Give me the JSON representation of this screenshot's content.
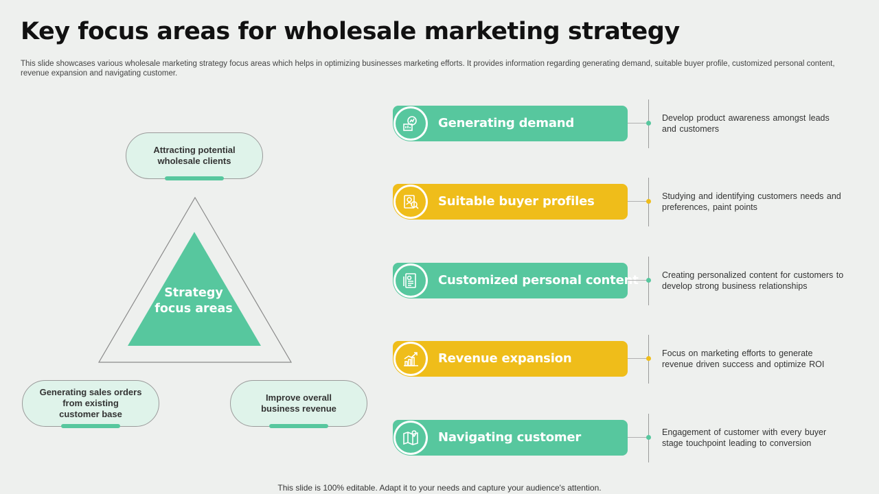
{
  "title": "Key focus areas for wholesale marketing strategy",
  "subtitle": "This slide showcases various wholesale marketing strategy focus areas which helps in optimizing businesses marketing efforts. It provides information regarding generating demand, suitable buyer profile, customized personal content, revenue expansion and navigating customer.",
  "triangle": {
    "center_line1": "Strategy",
    "center_line2": "focus areas",
    "fill_color": "#57c79e"
  },
  "pills": {
    "top": {
      "line1": "Attracting  potential",
      "line2": "wholesale clients"
    },
    "left": {
      "line1": "Generating sales orders",
      "line2": "from existing",
      "line3": "customer base"
    },
    "right": {
      "line1": "Improve overall",
      "line2": "business  revenue"
    }
  },
  "focus_areas": [
    {
      "label": "Generating demand",
      "color": "#57c79e",
      "icon": "sales-chart-icon",
      "desc_line1": "Develop  product  awareness  amongst leads",
      "desc_line2": "and customers"
    },
    {
      "label": "Suitable buyer profiles",
      "color": "#efbd1a",
      "icon": "profile-search-icon",
      "desc_line1": "Studying and identifying customers needs and",
      "desc_line2": "preferences,  paint points"
    },
    {
      "label": "Customized personal content",
      "color": "#57c79e",
      "icon": "document-icon",
      "desc_line1": "Creating  personalized content for customers to",
      "desc_line2": "develop  strong business relationships"
    },
    {
      "label": "Revenue expansion",
      "color": "#efbd1a",
      "icon": "growth-chart-icon",
      "desc_line1": "Focus on marketing efforts  to generate",
      "desc_line2": "revenue  driven  success and optimize ROI"
    },
    {
      "label": "Navigating customer",
      "color": "#57c79e",
      "icon": "map-location-icon",
      "desc_line1": "Engagement  of customer with every  buyer",
      "desc_line2": "stage touchpoint  leading to conversion"
    }
  ],
  "footer": "This slide is 100% editable. Adapt it to your needs and capture your audience's attention."
}
